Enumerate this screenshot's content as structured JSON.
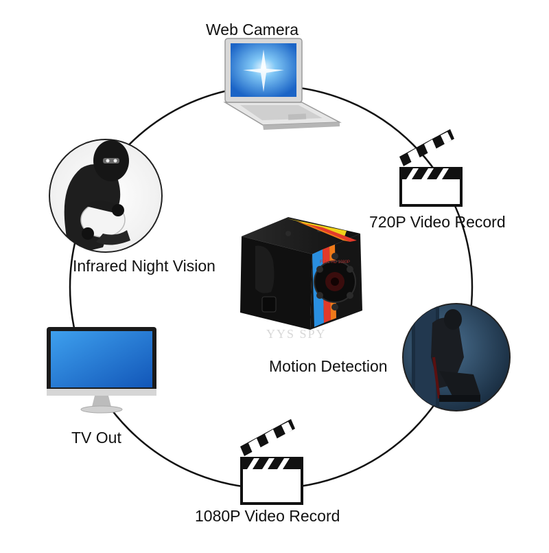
{
  "features": {
    "web_camera": "Web Camera",
    "video_720p": "720P Video Record",
    "infrared": "Infrared Night Vision",
    "motion": "Motion Detection",
    "tv_out": "TV Out",
    "video_1080p": "1080P Video Record"
  },
  "watermark": "YYS SPY",
  "lens_ring_text": "FULL HD 1080P",
  "colors": {
    "ring": "#111111",
    "camera_body": "#141414",
    "stripe": [
      "#f0d21a",
      "#f07a1a",
      "#e23a2a",
      "#2a8fe0"
    ],
    "screen_blue": "#1e78d6"
  }
}
